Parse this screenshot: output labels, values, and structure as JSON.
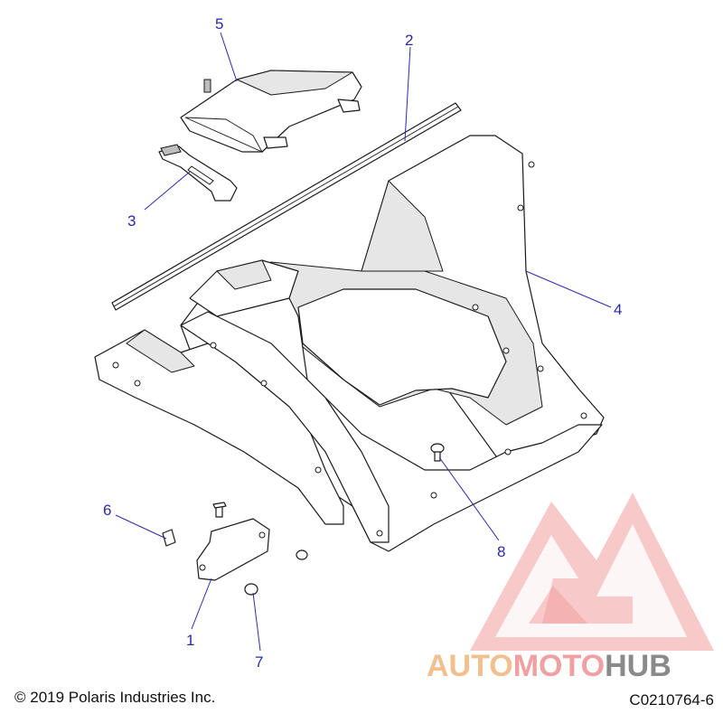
{
  "callouts": [
    {
      "id": "1",
      "label": "1"
    },
    {
      "id": "2",
      "label": "2"
    },
    {
      "id": "3",
      "label": "3"
    },
    {
      "id": "4",
      "label": "4"
    },
    {
      "id": "5",
      "label": "5"
    },
    {
      "id": "6",
      "label": "6"
    },
    {
      "id": "7",
      "label": "7"
    },
    {
      "id": "8",
      "label": "8"
    }
  ],
  "footer": {
    "copyright": "© 2019 Polaris Industries Inc.",
    "drawing_id": "C0210764-6"
  },
  "watermark": {
    "part1": "AUTO",
    "part2": "MOTO",
    "part3": "HUB",
    "colors": {
      "auto": "#f2c08e",
      "moto": "#f0a0a0",
      "hub": "#8a8a8a",
      "logo": "#ef7b7b"
    }
  },
  "colors": {
    "callout": "#2a2aa8",
    "line": "#1a1a1a"
  }
}
